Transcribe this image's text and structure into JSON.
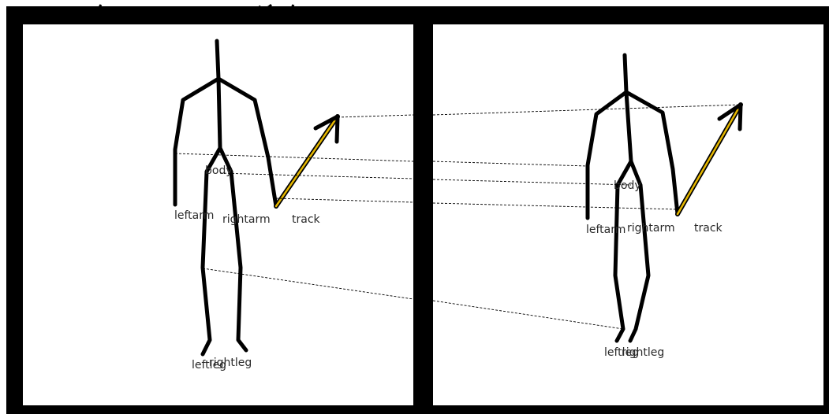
{
  "colors": {
    "frame": "#000000",
    "panel_background": "#ffffff",
    "skeleton": "#000000",
    "track_arrow_fill": "#e6b800"
  },
  "left_panel": {
    "labels": {
      "body": "body",
      "leftarm": "leftarm",
      "rightarm": "rightarm",
      "track": "track",
      "leftleg": "leftleg",
      "rightleg": "rightleg"
    }
  },
  "right_panel": {
    "labels": {
      "body": "body",
      "leftarm": "leftarm",
      "rightarm": "rightarm",
      "track": "track",
      "leftleg": "leftleg",
      "rightleg": "rightleg"
    }
  },
  "correspondence_lines": [
    "track",
    "leftarm",
    "body",
    "rightarm",
    "leftleg"
  ]
}
